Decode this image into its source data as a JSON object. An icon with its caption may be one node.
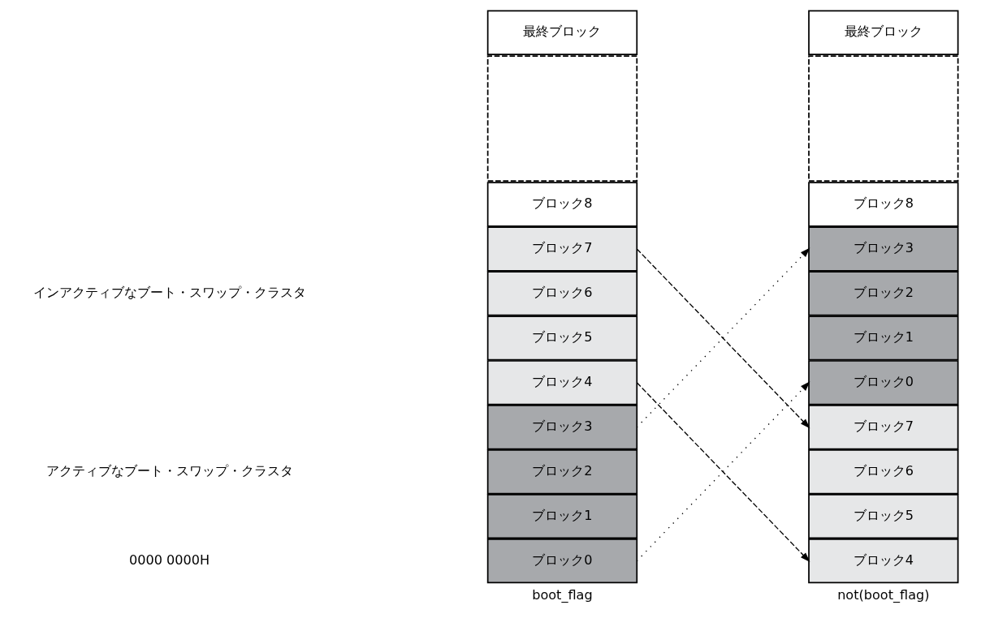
{
  "diagram": {
    "nodes": [
      {
        "text": [
          "最終ブロック"
        ]
      },
      {
        "text": [],
        "shape": "box"
      },
      {
        "text": [
          "ブロック8"
        ]
      },
      {
        "text": [
          "ブロック7"
        ]
      },
      {
        "text": [
          "ブロック6"
        ]
      },
      {
        "text": [
          "ブロック5"
        ]
      },
      {
        "text": [
          "ブロック4"
        ]
      },
      {
        "text": [
          "ブロック3"
        ]
      },
      {
        "text": [
          "ブロック2"
        ]
      },
      {
        "text": [
          "ブロック1"
        ]
      },
      {
        "text": [
          "ブロック0"
        ]
      },
      {
        "text": [
          "最終ブロック"
        ]
      },
      {
        "text": [],
        "shape": "box"
      },
      {
        "text": [
          "ブロック8"
        ]
      },
      {
        "text": [
          "ブロック3"
        ]
      },
      {
        "text": [
          "ブロック2"
        ]
      },
      {
        "text": [
          "ブロック1"
        ]
      },
      {
        "text": [
          "ブロック0"
        ]
      },
      {
        "text": [
          "ブロック7"
        ]
      },
      {
        "text": [
          "ブロック6"
        ]
      },
      {
        "text": [
          "ブロック5"
        ]
      },
      {
        "text": [
          "ブロック4"
        ]
      }
    ],
    "edges": [
      {
        "from": 3,
        "to": 18,
        "arrow": "to",
        "style": "dashed"
      },
      {
        "from": 6,
        "to": 21,
        "arrow": "to",
        "style": "dashed"
      },
      {
        "from": 7,
        "to": 14,
        "arrow": "to"
      },
      {
        "from": 10,
        "to": 17,
        "arrow": "to"
      }
    ],
    "labels": [
      "インアクティブなブート・スワップ・クラスタ",
      "アクティブなブート・スワップ・クラスタ",
      "0000 0000H",
      "boot_flag",
      "not(boot_flag)"
    ]
  }
}
